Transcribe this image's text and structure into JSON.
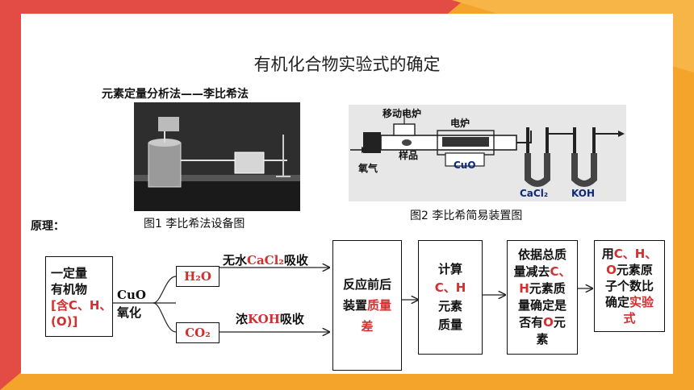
{
  "slide": {
    "title": "有机化合物实验式的确定",
    "subtitle": "元素定量分析法——李比希法",
    "figure1_caption": "图1  李比希法设备图",
    "figure2_caption": "图2  李比希简易装置图",
    "principle_label": "原理："
  },
  "apparatus": {
    "mobile_furnace": "移动电炉",
    "furnace": "电炉",
    "sample": "样品",
    "oxygen": "氧气",
    "cuo": "CuO",
    "cacl2": "CaCl₂",
    "koh": "KOH"
  },
  "flow": {
    "organic_line1": "一定量",
    "organic_line2": "有机物",
    "organic_line3": "[含C、H、",
    "organic_line4": "(O)]",
    "oxidize_reagent": "CuO",
    "oxidize_text": "氧化",
    "h2o": "H₂O",
    "co2": "CO₂",
    "absorb_top_pre": "无水",
    "absorb_top_reagent": "CaCl₂",
    "absorb_top_post": "吸收",
    "absorb_bottom_pre": "浓",
    "absorb_bottom_reagent": "KOH",
    "absorb_bottom_post": "吸收",
    "box_mass_line1": "反应前后",
    "box_mass_line2a": "装置",
    "box_mass_line2b": "质量",
    "box_mass_line3": "差",
    "box_calc_line1": "计算",
    "box_calc_line2": "C、H",
    "box_calc_line3": "元素",
    "box_calc_line4": "质量",
    "box_o_line1": "依据总质",
    "box_o_line2a": "量减去",
    "box_o_line2b": "C、",
    "box_o_line3a": "H",
    "box_o_line3b": "元素质",
    "box_o_line4": "量确定是",
    "box_o_line5a": "否有",
    "box_o_line5b": "O",
    "box_o_line5c": "元",
    "box_o_line6": "素",
    "box_final_line1a": "用",
    "box_final_line1b": "C、H、",
    "box_final_line2a": "O",
    "box_final_line2b": "元素原",
    "box_final_line3": "子个数比",
    "box_final_line4a": "确定",
    "box_final_line4b": "实验",
    "box_final_line5": "式"
  },
  "colors": {
    "accent_red": "#d32f2f",
    "orange": "#f4a42b",
    "coral": "#e34c45"
  }
}
